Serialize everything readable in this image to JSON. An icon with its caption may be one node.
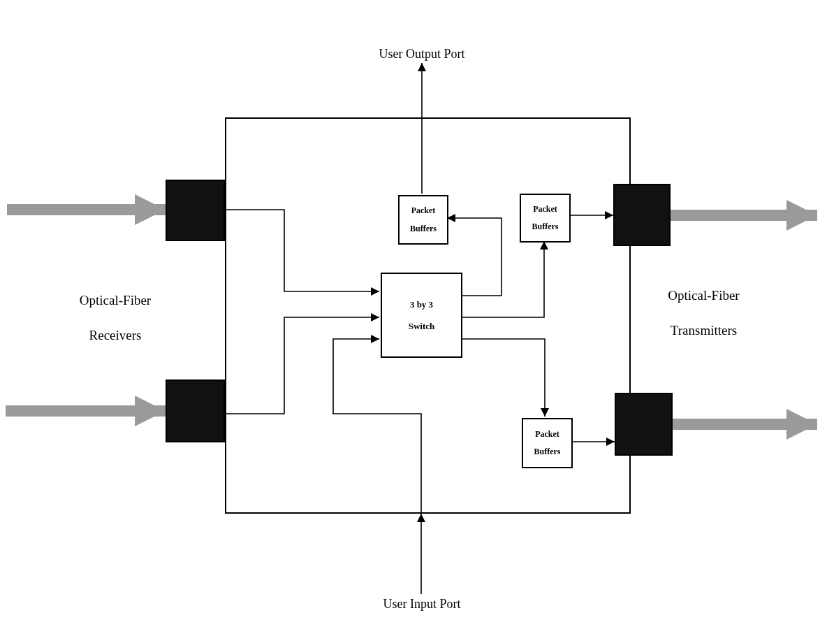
{
  "diagram": {
    "nodes": [
      {
        "text": [],
        "shape": "box"
      },
      {
        "text": [],
        "shape": "box"
      },
      {
        "text": [],
        "shape": "box"
      },
      {
        "text": [],
        "shape": "box"
      },
      {
        "text": [],
        "shape": "box"
      },
      {
        "text": [
          "3 by 3 Switch"
        ],
        "in": 0
      },
      {
        "text": [
          "Packet Buffers"
        ],
        "in": 0
      },
      {
        "text": [
          "Packet Buffers"
        ],
        "in": 0
      },
      {
        "text": [
          "Packet Buffers"
        ],
        "in": 0
      },
      {
        "text": [
          "User Output Port"
        ]
      },
      {
        "text": [
          "User Input Port"
        ]
      }
    ],
    "edges": [
      {
        "from": null,
        "to": 1,
        "arrow": "to",
        "style": "thick",
        "color": "#9a9a9a"
      },
      {
        "from": null,
        "to": 2,
        "arrow": "to",
        "style": "thick",
        "color": "#9a9a9a"
      },
      {
        "from": 3,
        "to": null,
        "arrow": "to",
        "style": "thick",
        "color": "#9a9a9a"
      },
      {
        "from": 4,
        "to": null,
        "arrow": "to",
        "style": "thick",
        "color": "#9a9a9a"
      },
      {
        "from": 1,
        "to": 5,
        "arrow": "to"
      },
      {
        "from": 2,
        "to": 5,
        "arrow": "to"
      },
      {
        "from": 0,
        "to": 5,
        "arrow": "to"
      },
      {
        "from": 10,
        "to": 0,
        "arrow": "to"
      },
      {
        "from": 6,
        "to": 9,
        "arrow": "to"
      },
      {
        "from": 5,
        "to": 6,
        "arrow": "to"
      },
      {
        "from": 5,
        "to": 7,
        "arrow": "to"
      },
      {
        "from": 5,
        "to": 8,
        "arrow": "to"
      },
      {
        "from": 7,
        "to": 3,
        "arrow": "to"
      },
      {
        "from": 8,
        "to": 4,
        "arrow": "to"
      }
    ],
    "labels": [
      "Optical-Fiber Receivers",
      "Optical-Fiber Transmitters"
    ]
  }
}
